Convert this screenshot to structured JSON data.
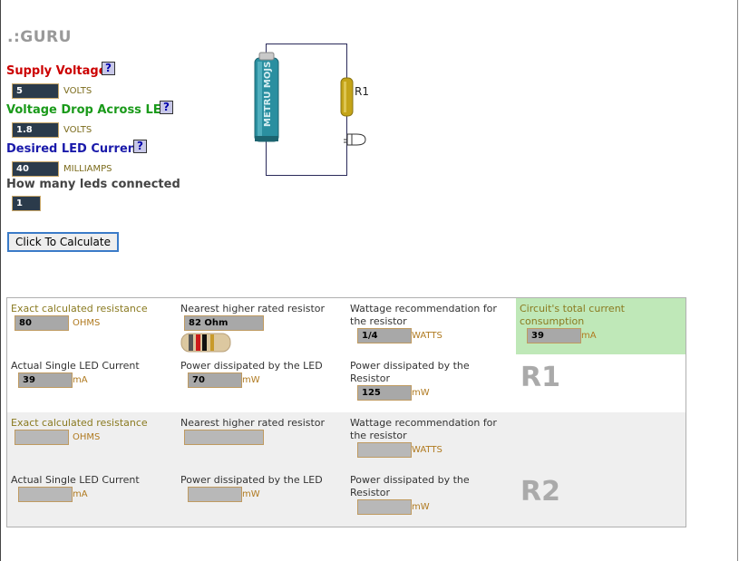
{
  "app": {
    "logo": ".:GURU"
  },
  "form": {
    "supply_voltage": {
      "label": "Supply Voltage",
      "value": "5",
      "unit": "VOLTS",
      "color": "#cc0000"
    },
    "voltage_drop": {
      "label": "Voltage Drop Across LED",
      "value": "1.8",
      "unit": "VOLTS",
      "color": "#1a9a1a"
    },
    "led_current": {
      "label": "Desired LED Current",
      "value": "40",
      "unit": "MILLIAMPS",
      "color": "#1a1aaa"
    },
    "led_count": {
      "label": "How many leds connected",
      "value": "1",
      "color": "#444444"
    },
    "help_glyph": "?",
    "calculate_button": "Click To Calculate"
  },
  "circuit": {
    "resistor_label": "R1",
    "battery_text": "METRU MOJS"
  },
  "results": {
    "r1": {
      "name": "R1",
      "exact_resistance": {
        "label": "Exact calculated resistance",
        "value": "80",
        "unit": "OHMS"
      },
      "nearest_resistor": {
        "label": "Nearest higher rated resistor",
        "value": "82 Ohm"
      },
      "wattage": {
        "label_line1": "Wattage recommendation for",
        "label_line2": "the resistor",
        "value": "1/4",
        "unit": "WATTS"
      },
      "total_current": {
        "label_line1": "Circuit's total current",
        "label_line2": "consumption",
        "value": "39",
        "unit": "mA"
      },
      "led_current": {
        "label": "Actual Single LED Current",
        "value": "39",
        "unit": "mA"
      },
      "led_power": {
        "label": "Power dissipated by the LED",
        "value": "70",
        "unit": "mW"
      },
      "resistor_power": {
        "label_line1": "Power dissipated by the",
        "label_line2": "Resistor",
        "value": "125",
        "unit": "mW"
      }
    },
    "r2": {
      "name": "R2",
      "exact_resistance": {
        "label": "Exact calculated resistance",
        "value": "",
        "unit": "OHMS"
      },
      "nearest_resistor": {
        "label": "Nearest higher rated resistor",
        "value": ""
      },
      "wattage": {
        "label_line1": "Wattage recommendation for",
        "label_line2": "the resistor",
        "value": "",
        "unit": "WATTS"
      },
      "led_current": {
        "label": "Actual Single LED Current",
        "value": "",
        "unit": "mA"
      },
      "led_power": {
        "label": "Power dissipated by the LED",
        "value": "",
        "unit": "mW"
      },
      "resistor_power": {
        "label_line1": "Power dissipated by the",
        "label_line2": "Resistor",
        "value": "",
        "unit": "mW"
      }
    }
  }
}
